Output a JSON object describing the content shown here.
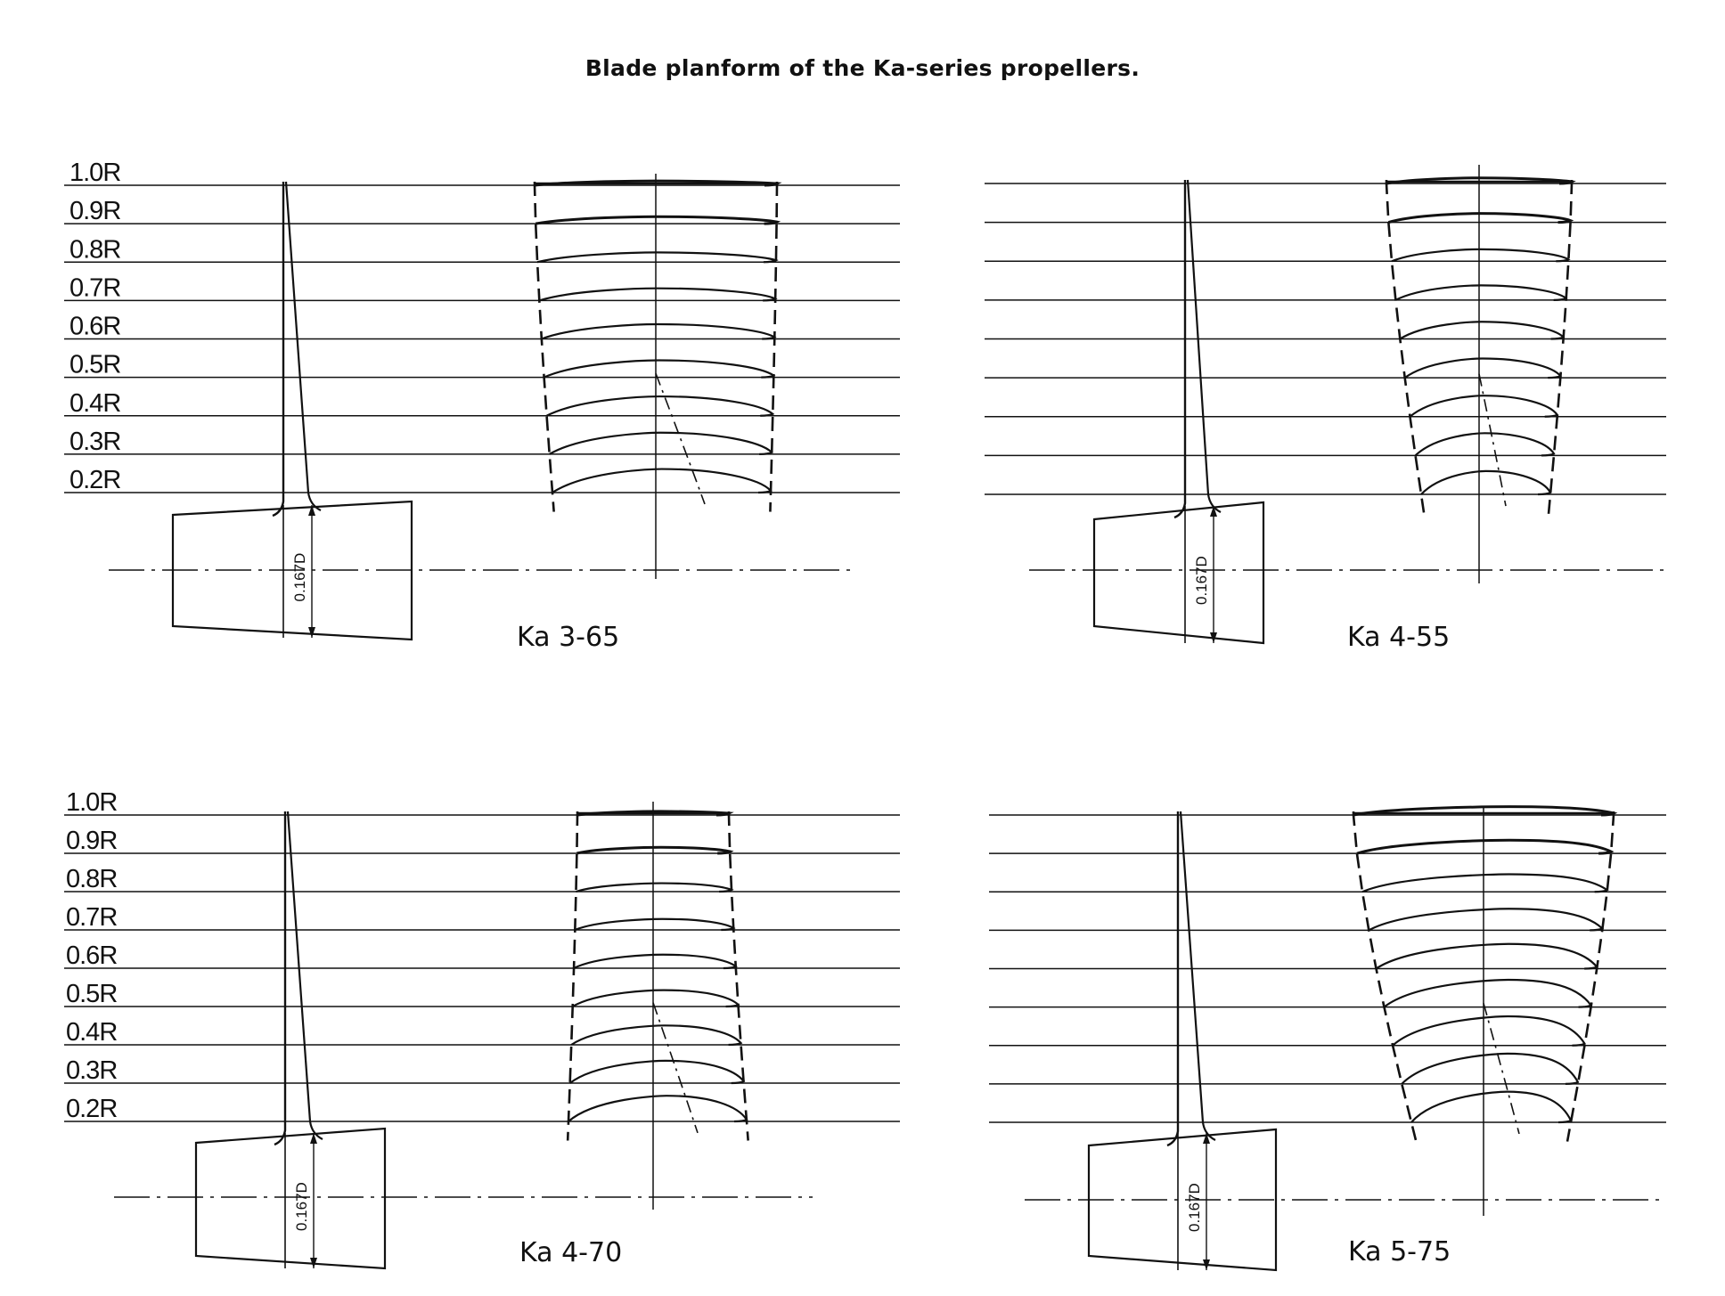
{
  "title": "Blade planform of the Ka-series propellers.",
  "radius_labels": [
    "1.0R",
    "0.9R",
    "0.8R",
    "0.7R",
    "0.6R",
    "0.5R",
    "0.4R",
    "0.3R",
    "0.2R"
  ],
  "boss_dimension": "0.167D",
  "panels": [
    {
      "designation": "Ka 3-65",
      "show_radius_labels": true
    },
    {
      "designation": "Ka 4-55",
      "show_radius_labels": false
    },
    {
      "designation": "Ka 4-70",
      "show_radius_labels": true
    },
    {
      "designation": "Ka 5-75",
      "show_radius_labels": false
    }
  ]
}
